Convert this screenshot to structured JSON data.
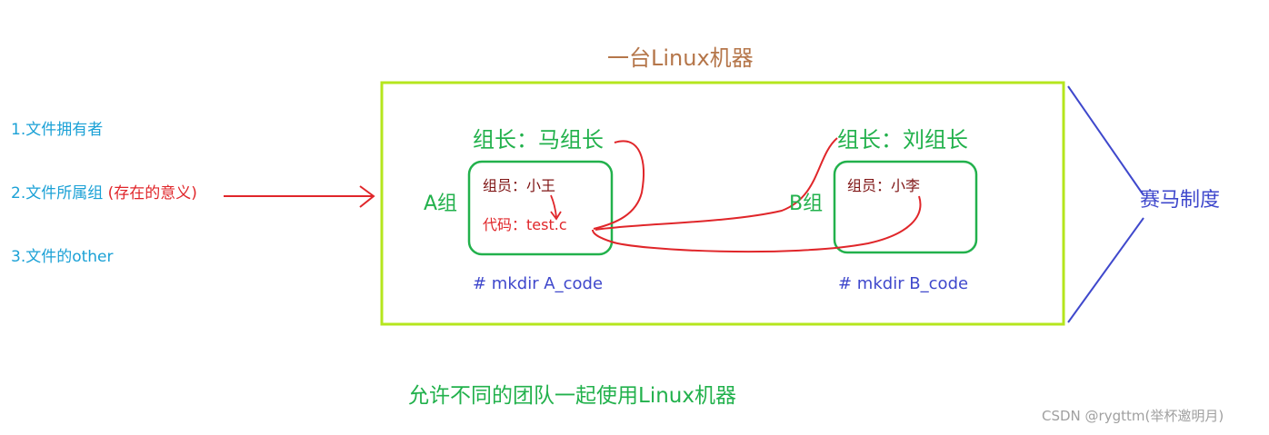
{
  "machine_title": "一台Linux机器",
  "left_list": {
    "item1": "1.文件拥有者",
    "item2": "2.文件所属组",
    "item2_note": "(存在的意义)",
    "item3": "3.文件的other"
  },
  "group_a": {
    "leader": "组长：马组长",
    "label": "A组",
    "member": "组员：小王",
    "code_prefix": "代码：",
    "code_file": "test.c",
    "command": "# mkdir A_code"
  },
  "group_b": {
    "leader": "组长：刘组长",
    "label": "B组",
    "member": "组员：小李",
    "command": "# mkdir B_code"
  },
  "side_label": "赛马制度",
  "bottom_caption": "允许不同的团队一起使用Linux机器",
  "watermark": "CSDN @rygttm(举杯邀明月)",
  "colors": {
    "title": "#b5764a",
    "cyan": "#1ba1d6",
    "red": "#e0262a",
    "green": "#22b14c",
    "box_outline": "#b5e61d",
    "dark_red": "#7f1515",
    "blue": "#3f48cc",
    "gray": "#a0a0a0"
  }
}
